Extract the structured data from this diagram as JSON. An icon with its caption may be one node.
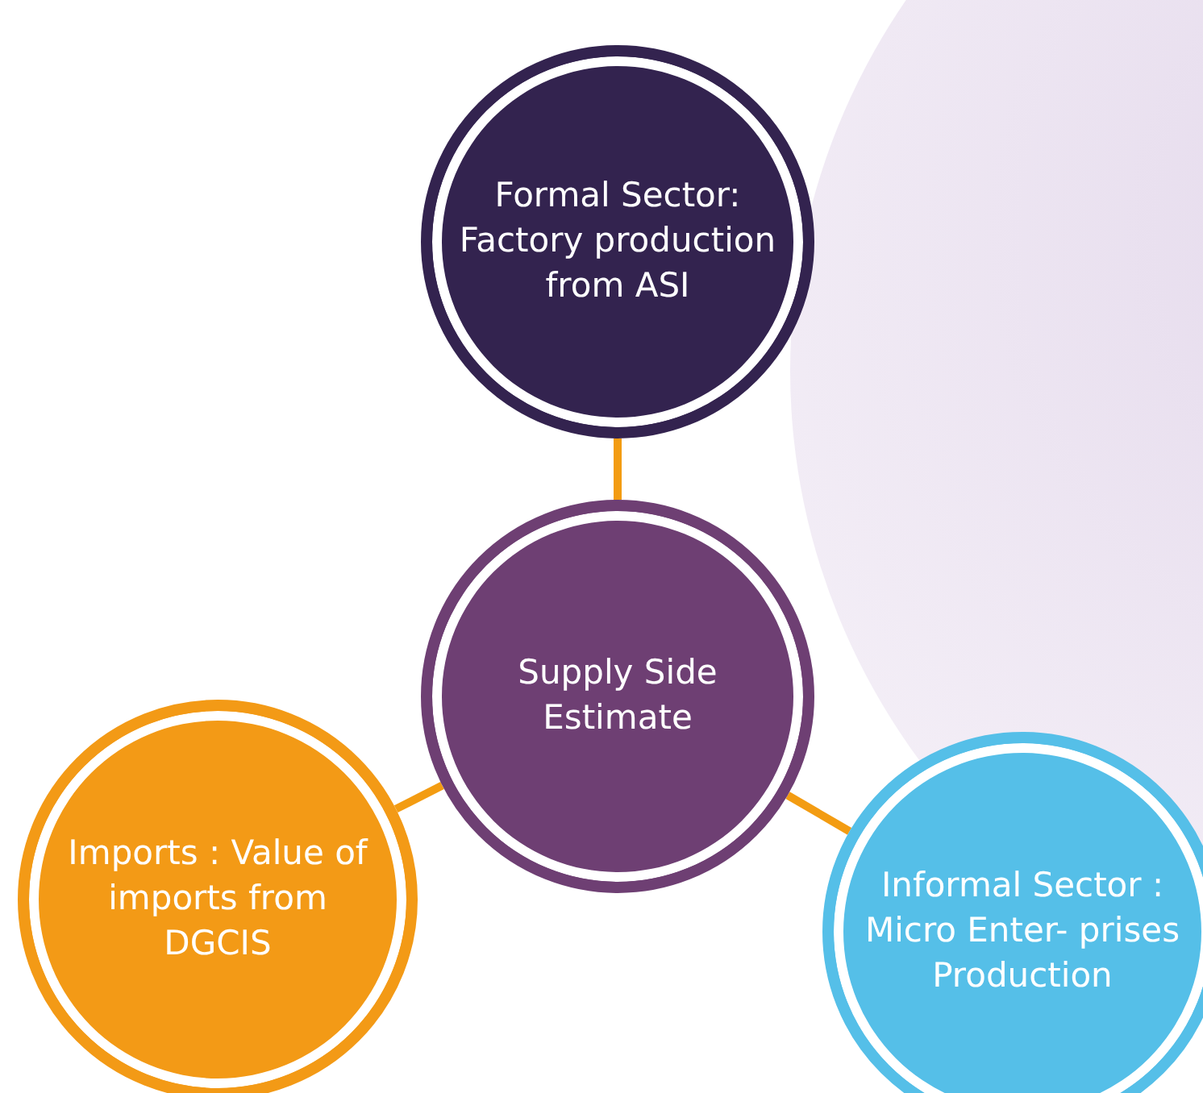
{
  "diagram": {
    "nodes": [
      {
        "text": [
          "Formal Sector: Factory production from ASI"
        ]
      },
      {
        "text": [
          "Supply Side Estimate"
        ]
      },
      {
        "text": [
          "Imports : Value of imports from DGCIS"
        ]
      },
      {
        "text": [
          "Informal Sector : Micro Enter- prises Production"
        ]
      }
    ],
    "edges": [
      {
        "from": 0,
        "to": 1,
        "arrow": "none"
      },
      {
        "from": 1,
        "to": 2,
        "arrow": "none"
      },
      {
        "from": 1,
        "to": 3,
        "arrow": "none"
      }
    ]
  }
}
